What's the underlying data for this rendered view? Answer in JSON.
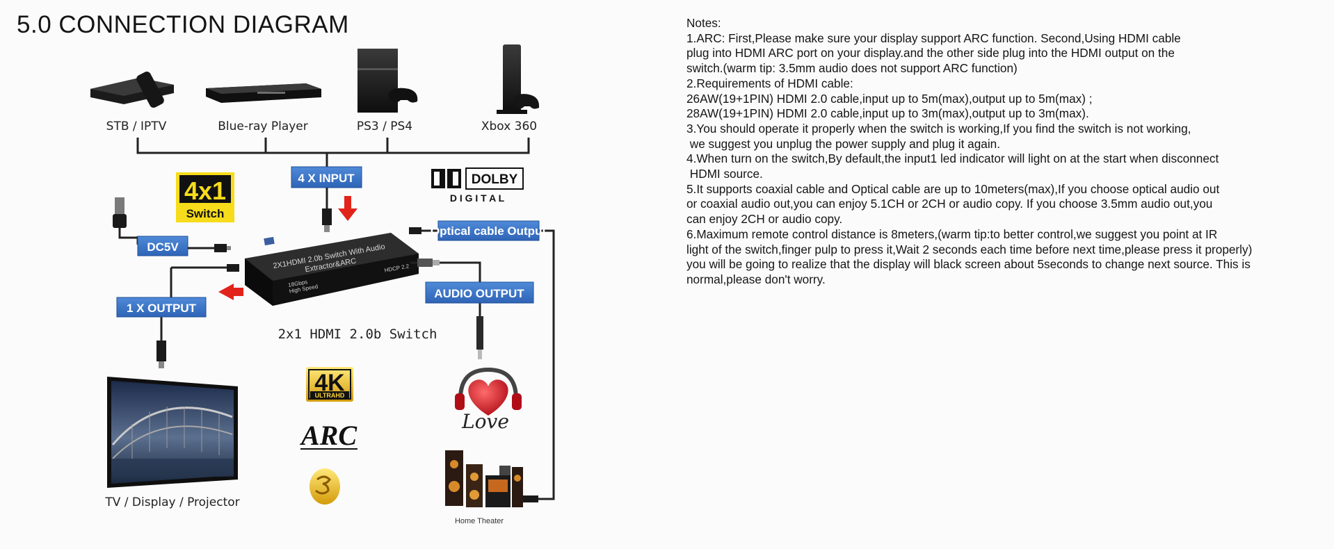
{
  "title": "5.0 CONNECTION DIAGRAM",
  "devices": {
    "stb": "STB / IPTV",
    "bluray": "Blue-ray Player",
    "ps": "PS3 / PS4",
    "xbox": "Xbox 360",
    "tv": "TV / Display / Projector",
    "home_theater": "Home Theater"
  },
  "boxes": {
    "input": "4 X INPUT",
    "power": "DC5V",
    "output": "1 X OUTPUT",
    "optical": "Optical cable Output",
    "audio": "AUDIO OUTPUT"
  },
  "badges": {
    "switch_top": "4x1",
    "switch_bottom": "Switch",
    "dolby_word": "DOLBY",
    "dolby_digital": "D I G I T A L",
    "k4": "4K",
    "ultrahd": "ULTRAHD",
    "arc": "ARC",
    "love": "Love"
  },
  "switch_device": {
    "line1": "2X1HDMI 2.0b Switch With Audio",
    "line2": "Extractor&ARC",
    "speed1": "18Gbps",
    "speed2": "High Speed",
    "hdcp": "HDCP 2.2",
    "caption": "2x1 HDMI 2.0b Switch"
  },
  "notes": [
    "Notes:",
    "1.ARC: First,Please make sure your display support ARC function. Second,Using HDMI cable",
    "plug into HDMI ARC port on your display.and the other side plug into the HDMI output on the",
    "switch.(warm tip: 3.5mm audio does not support ARC function)",
    "2.Requirements of HDMI cable:",
    "26AW(19+1PIN) HDMI 2.0 cable,input up to 5m(max),output up to 5m(max) ;",
    "28AW(19+1PIN) HDMI 2.0 cable,input up to 3m(max),output up to 3m(max).",
    "3.You should operate it properly when the switch is working,If you find the switch is not working,",
    " we suggest you unplug the power supply and plug it again.",
    "4.When turn on the switch,By default,the input1 led indicator will light on at the start when disconnect",
    " HDMI source.",
    "5.It supports coaxial cable and Optical cable are up to 10meters(max),If you choose optical audio out",
    "or coaxial audio out,you can enjoy 5.1CH or 2CH or audio copy. If you choose 3.5mm audio out,you",
    "can enjoy 2CH or audio copy.",
    "6.Maximum remote control distance is 8meters,(warm tip:to better control,we suggest you point at IR",
    "light of the switch,finger pulp to press it,Wait 2 seconds each time before next time,please press it properly)",
    "you will be going to realize that the display will black screen about 5seconds to change next source. This is",
    "normal,please don't worry."
  ]
}
